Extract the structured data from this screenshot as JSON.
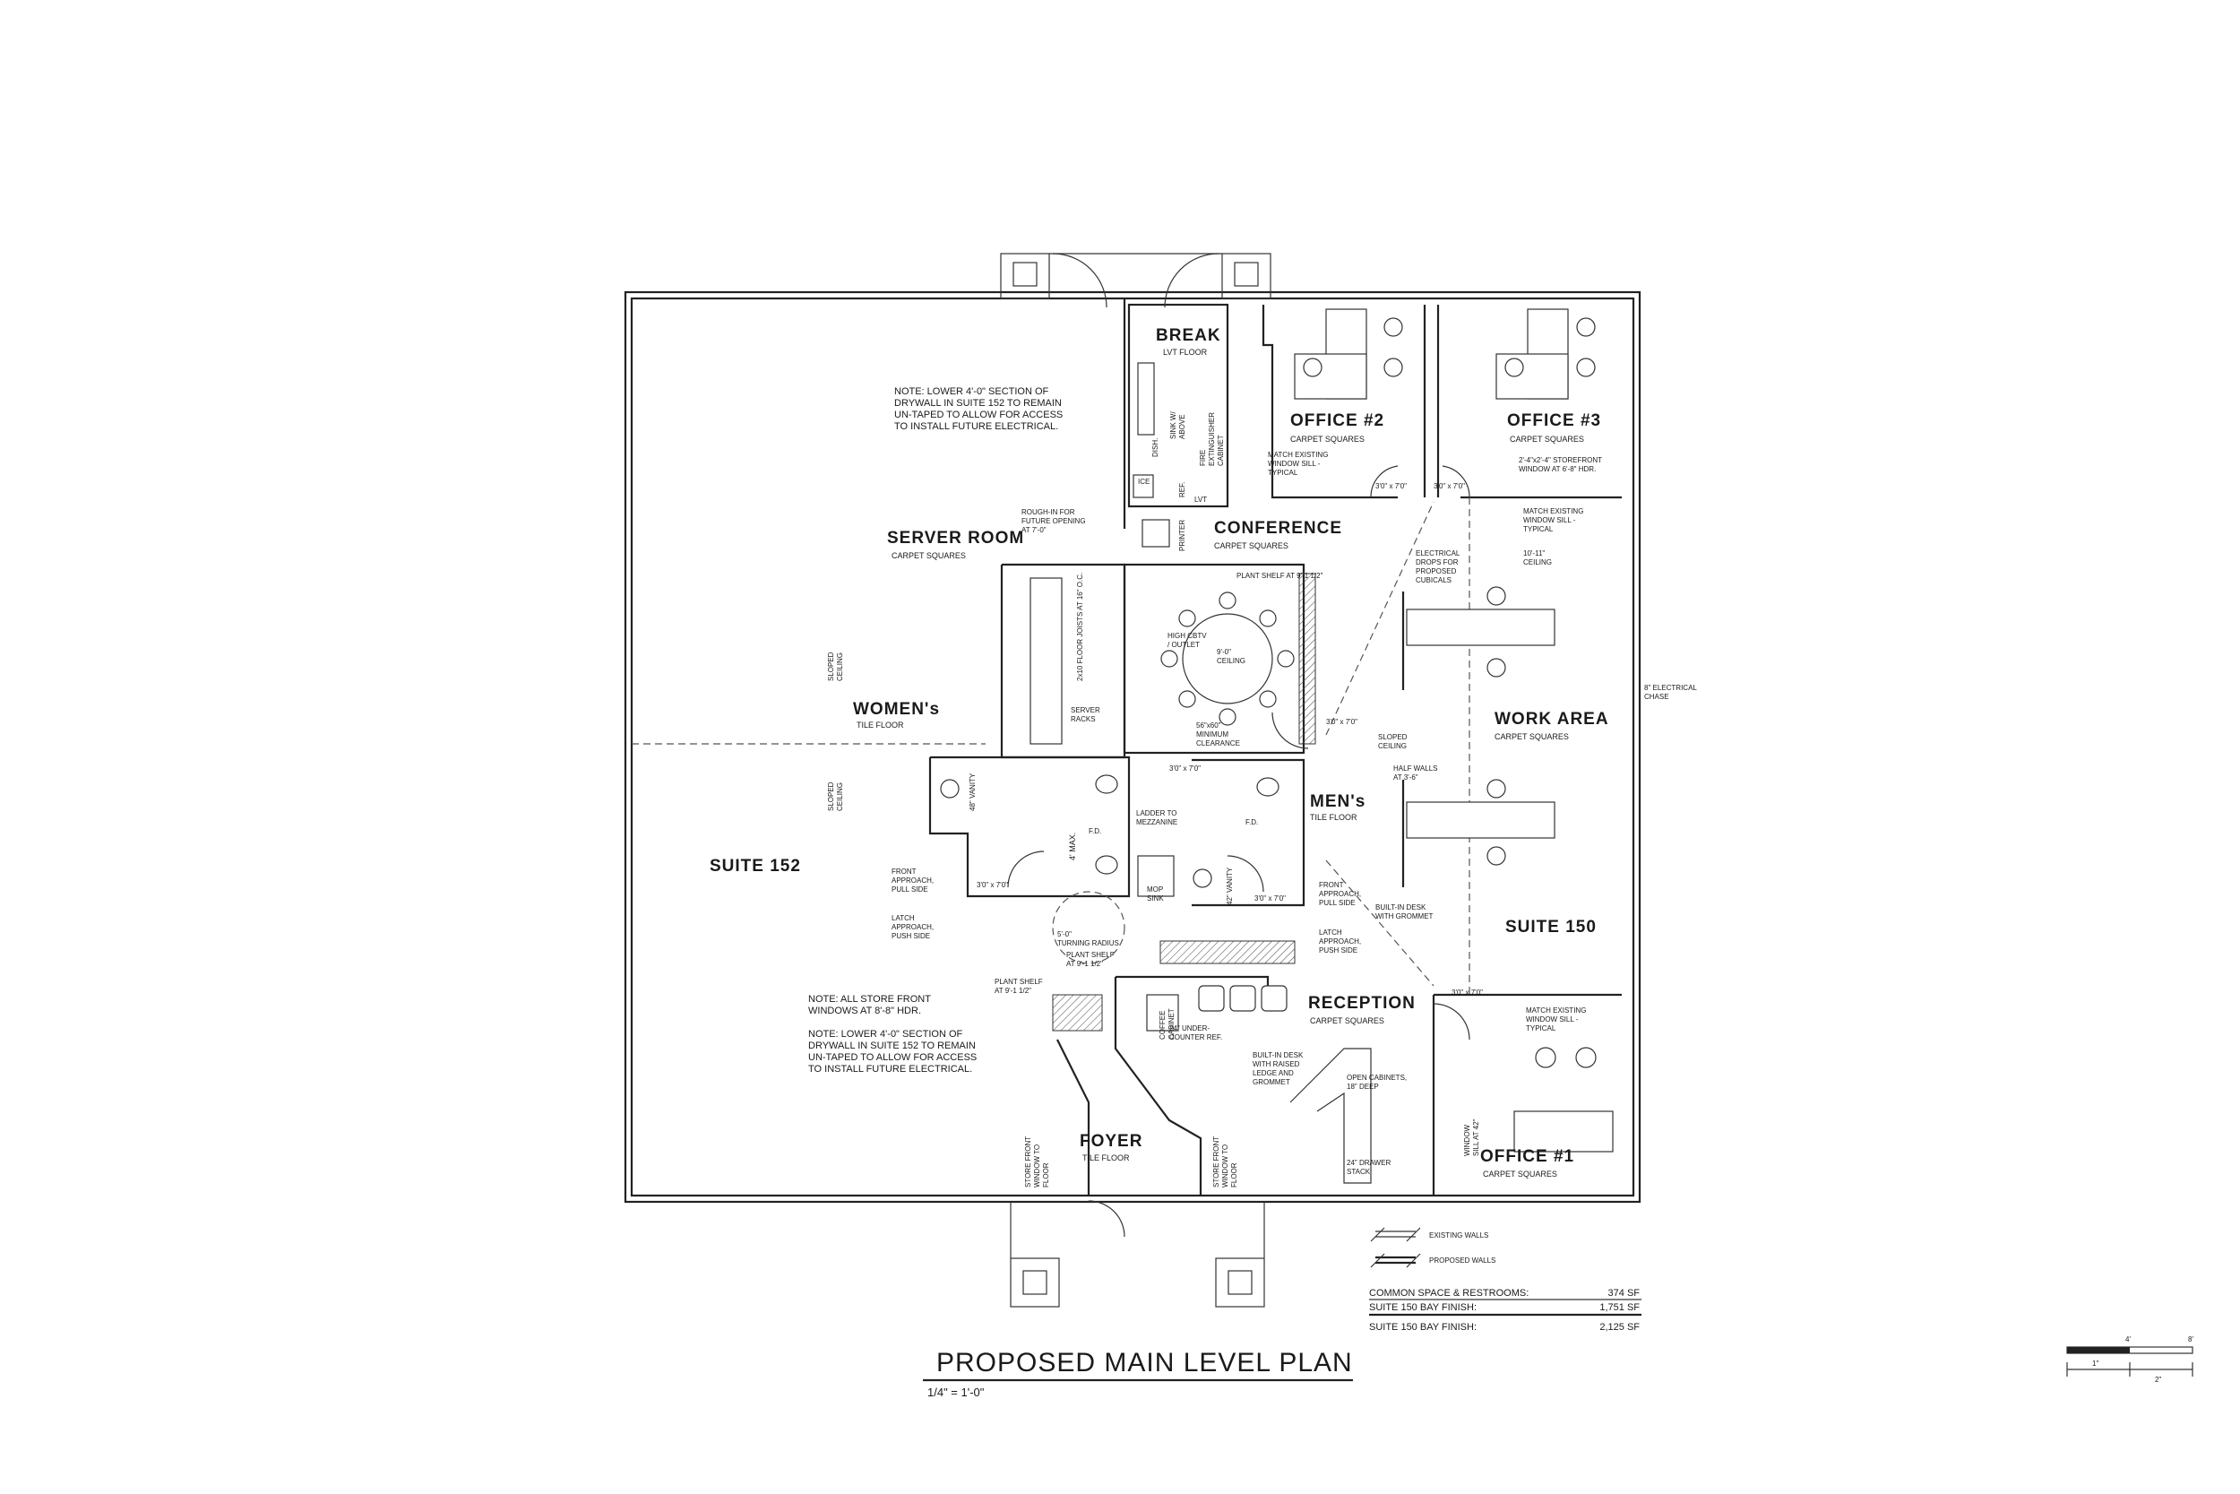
{
  "rooms": {
    "break": {
      "name": "BREAK",
      "finish": "LVT FLOOR"
    },
    "office2": {
      "name": "OFFICE #2",
      "finish": "CARPET SQUARES"
    },
    "office3": {
      "name": "OFFICE #3",
      "finish": "CARPET SQUARES"
    },
    "conference": {
      "name": "CONFERENCE",
      "finish": "CARPET SQUARES"
    },
    "server": {
      "name": "SERVER ROOM",
      "finish": "CARPET SQUARES"
    },
    "womens": {
      "name": "WOMEN's",
      "finish": "TILE FLOOR"
    },
    "mens": {
      "name": "MEN's",
      "finish": "TILE FLOOR"
    },
    "suite152": {
      "name": "SUITE 152"
    },
    "suite150": {
      "name": "SUITE 150"
    },
    "workarea": {
      "name": "WORK AREA",
      "finish": "CARPET SQUARES"
    },
    "reception": {
      "name": "RECEPTION",
      "finish": "CARPET SQUARES"
    },
    "foyer": {
      "name": "FOYER",
      "finish": "TILE FLOOR"
    },
    "office1": {
      "name": "OFFICE #1",
      "finish": "CARPET SQUARES"
    }
  },
  "notes": {
    "top_note": [
      "NOTE:  LOWER 4'-0\" SECTION OF",
      "DRYWALL IN SUITE 152 TO REMAIN",
      "UN-TAPED TO ALLOW FOR ACCESS",
      "TO INSTALL FUTURE ELECTRICAL."
    ],
    "bottom_note1": [
      "NOTE:  ALL STORE FRONT",
      "WINDOWS AT 8'-8\" HDR."
    ],
    "bottom_note2": [
      "NOTE:  LOWER 4'-0\" SECTION OF",
      "DRYWALL IN SUITE 152 TO REMAIN",
      "UN-TAPED TO ALLOW FOR ACCESS",
      "TO INSTALL FUTURE ELECTRICAL."
    ],
    "rough_in": [
      "ROUGH-IN FOR",
      "FUTURE OPENING",
      "AT 7'-0\""
    ],
    "match_sill_a": [
      "MATCH EXISTING",
      "WINDOW SILL -",
      "TYPICAL"
    ],
    "storefront": [
      "2'-4\"x2'-4\" STOREFRONT",
      "WINDOW AT 6'-8\" HDR."
    ],
    "match_sill_b": [
      "MATCH EXISTING",
      "WINDOW SILL -",
      "TYPICAL"
    ],
    "ceiling_10": [
      "10'-11\"",
      "CEILING"
    ],
    "electrical_drops": [
      "ELECTRICAL",
      "DROPS FOR",
      "PROPOSED",
      "CUBICALS"
    ],
    "electrical_chase": [
      "8\" ELECTRICAL",
      "CHASE"
    ],
    "plant_shelf_conf": "PLANT SHELF AT 9'-1 1/2\"",
    "high_cbtv": [
      "HIGH CBTV",
      "/ OUTLET"
    ],
    "ceiling_9": [
      "9'-0\"",
      "CEILING"
    ],
    "clearance": [
      "56\"x60\"",
      "MINIMUM",
      "CLEARANCE"
    ],
    "server_racks": [
      "SERVER",
      "RACKS"
    ],
    "joists": "2x10 FLOOR JOISTS AT 16\" O.C.",
    "sloped_ceiling": [
      "SLOPED",
      "CEILING"
    ],
    "half_walls": [
      "HALF WALLS",
      "AT 3'-6\""
    ],
    "built_in_desk": [
      "BUILT-IN DESK",
      "WITH GROMMET"
    ],
    "ladder": [
      "LADDER TO",
      "MEZZANINE"
    ],
    "mop_sink": [
      "MOP",
      "SINK"
    ],
    "vanity_48": "48\" VANITY",
    "vanity_42": "42\" VANITY",
    "max_4": "4' MAX.",
    "fd": "F.D.",
    "front_approach_pull": [
      "FRONT",
      "APPROACH,",
      "PULL SIDE"
    ],
    "latch_approach_push": [
      "LATCH",
      "APPROACH,",
      "PUSH SIDE"
    ],
    "turning_radius": [
      "5'-0\"",
      "TURNING RADIUS"
    ],
    "plant_shelf_rr": [
      "PLANT SHELF",
      "AT 9'-1 1/2\""
    ],
    "plant_shelf_foyer": [
      "PLANT SHELF",
      "AT 9'-1 1/2\""
    ],
    "coffee_cabinet": [
      "COFFEE",
      "CABINET"
    ],
    "under_counter": [
      "24\" UNDER-",
      "COUNTER REF."
    ],
    "reception_desk": [
      "BUILT-IN DESK",
      "WITH RAISED",
      "LEDGE AND",
      "GROMMET"
    ],
    "open_cabinets": [
      "OPEN CABINETS,",
      "18\" DEEP"
    ],
    "drawer_stack": [
      "24\" DRAWER",
      "STACK"
    ],
    "window_sill_42": [
      "WINDOW",
      "SILL AT 42\""
    ],
    "storefront_floor": [
      "STORE FRONT",
      "WINDOW TO",
      "FLOOR"
    ],
    "match_sill_c": [
      "MATCH EXISTING",
      "WINDOW SILL -",
      "TYPICAL"
    ],
    "break_labels": [
      "ICE",
      "DISH.",
      "SINK W/",
      "ABOVE",
      "FIRE",
      "EXTINGUISHER",
      "CABINET",
      "PRINTER",
      "LVT",
      "REF."
    ],
    "door_size": "3'0\" x 7'0\""
  },
  "legend": {
    "existing": "EXISTING WALLS",
    "proposed": "PROPOSED WALLS"
  },
  "areas": [
    {
      "label": "COMMON SPACE & RESTROOMS:",
      "value": "374 SF"
    },
    {
      "label": "SUITE 150 BAY FINISH:",
      "value": "1,751 SF"
    },
    {
      "label": "SUITE 150 BAY FINISH:",
      "value": "2,125 SF"
    }
  ],
  "title": "PROPOSED MAIN LEVEL PLAN",
  "scale": "1/4\" = 1'-0\"",
  "bar_scale": {
    "top_labels": [
      "4'",
      "8'"
    ],
    "bottom_labels": [
      "1\"",
      "2\""
    ]
  }
}
